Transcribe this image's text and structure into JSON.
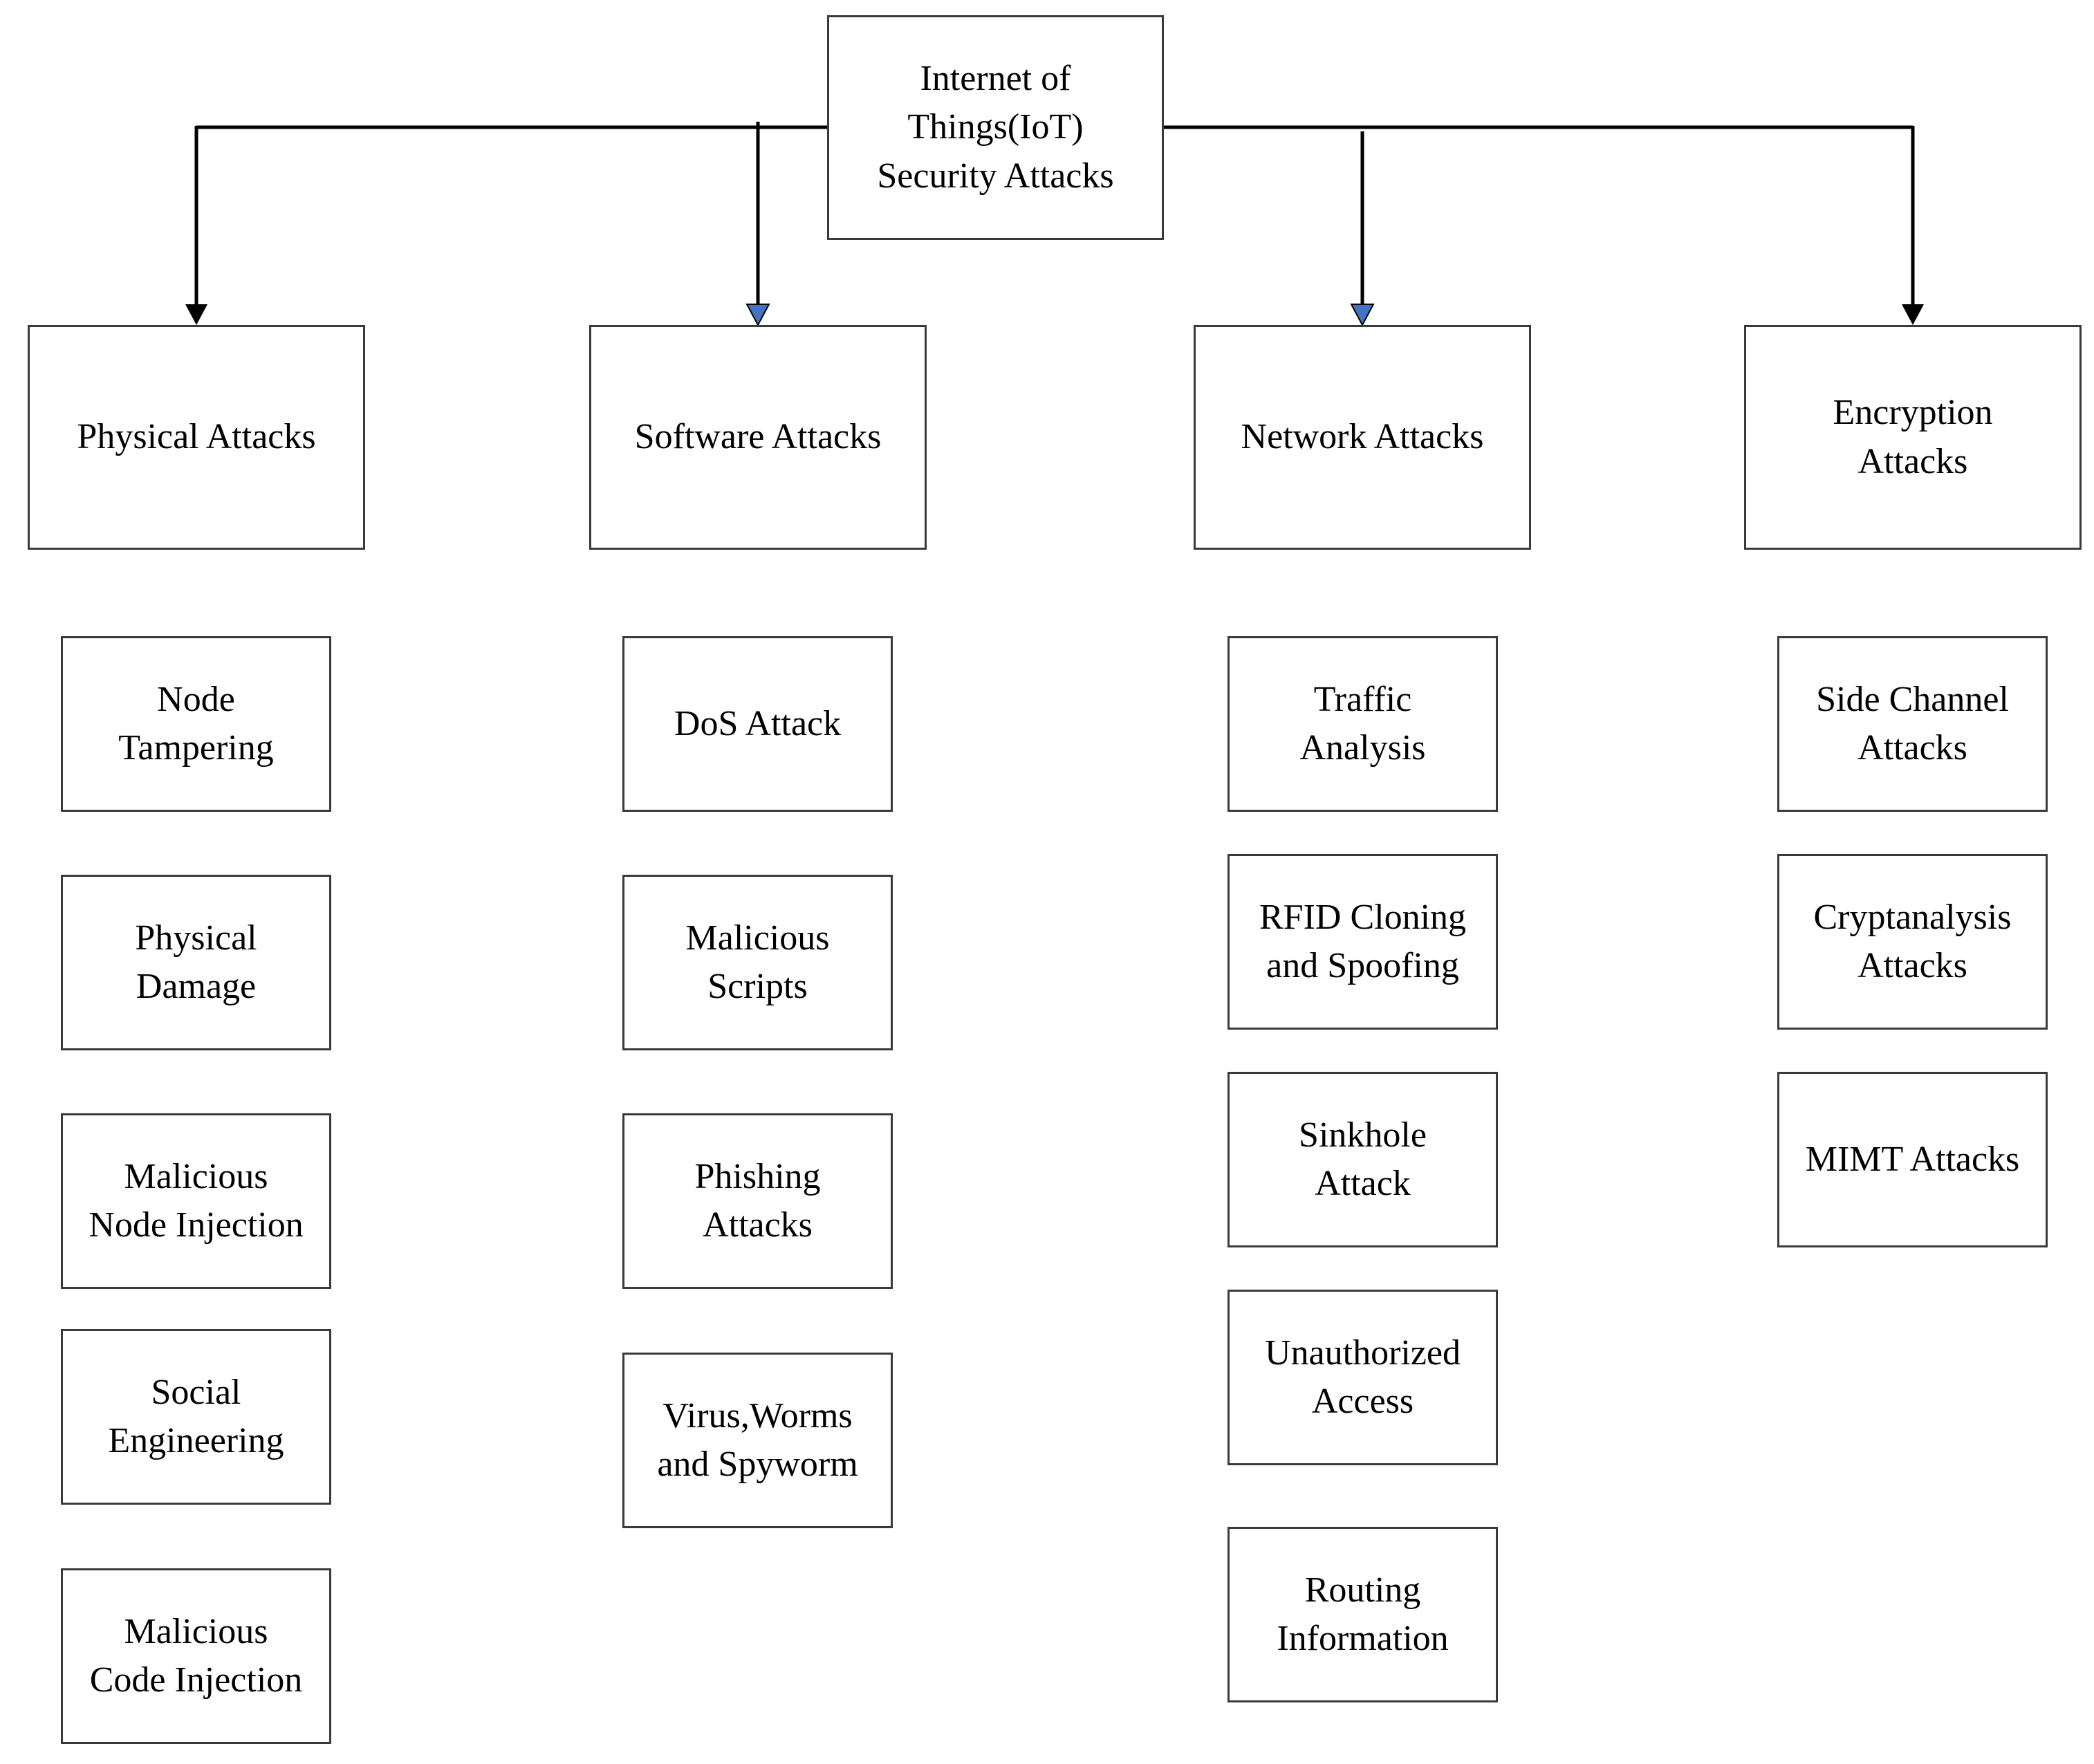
{
  "diagram": {
    "root": {
      "label": "Internet of\nThings(IoT)\nSecurity Attacks"
    },
    "categories": [
      {
        "label": "Physical Attacks",
        "items": [
          "Node\nTampering",
          "Physical\nDamage",
          "Malicious\nNode Injection",
          "Social\nEngineering",
          "Malicious\nCode Injection"
        ]
      },
      {
        "label": "Software Attacks",
        "items": [
          "DoS Attack",
          "Malicious\nScripts",
          "Phishing\nAttacks",
          "Virus,Worms\nand Spyworm"
        ]
      },
      {
        "label": "Network Attacks",
        "items": [
          "Traffic\nAnalysis",
          "RFID Cloning\nand Spoofing",
          "Sinkhole\nAttack",
          "Unauthorized\nAccess",
          "Routing\nInformation"
        ]
      },
      {
        "label": "Encryption\nAttacks",
        "items": [
          "Side Channel\nAttacks",
          "Cryptanalysis\nAttacks",
          "MIMT Attacks"
        ]
      }
    ],
    "colors": {
      "line": "#000000",
      "border": "#3a3a3a",
      "arrow_dark": "#000000",
      "arrow_blue": "#4472c4"
    }
  }
}
